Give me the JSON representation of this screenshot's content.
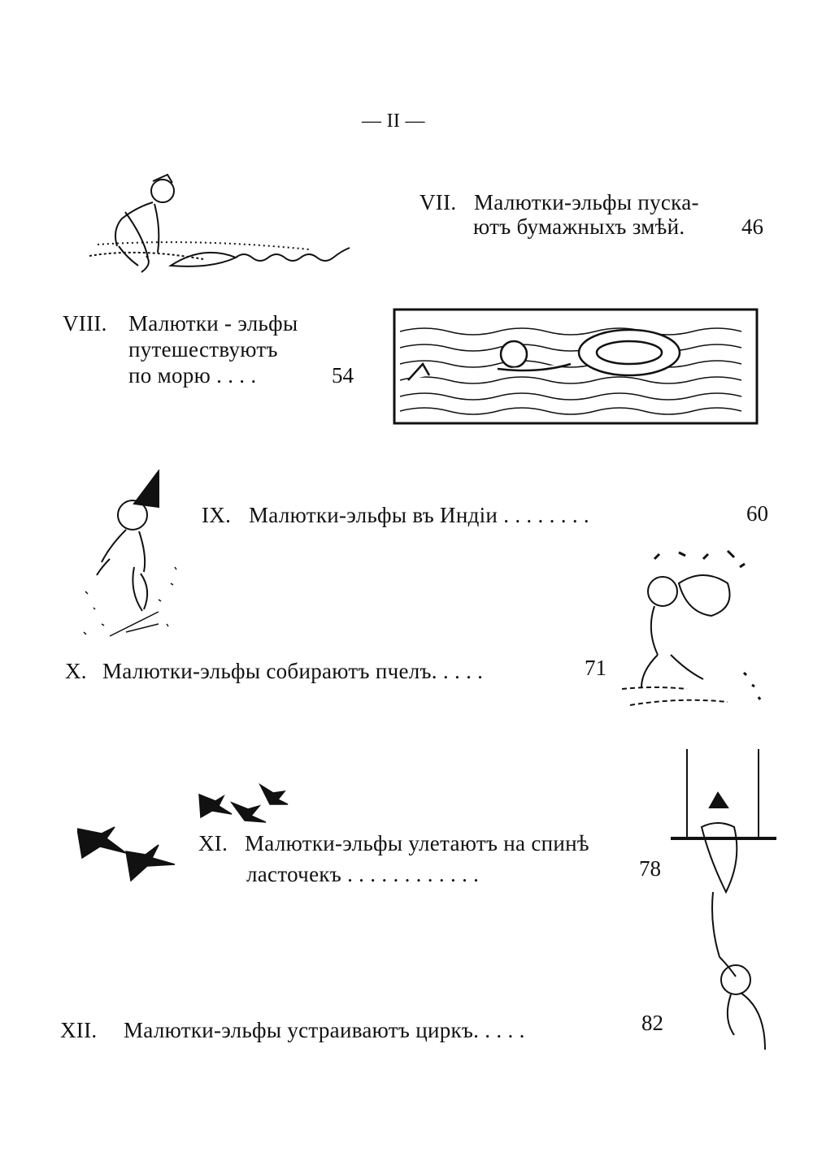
{
  "header": {
    "page_number": "— II —"
  },
  "toc": [
    {
      "numeral": "VII.",
      "lines": [
        "Малютки-эльфы пуска-",
        "ютъ бумажныхъ змѣй."
      ],
      "page": "46"
    },
    {
      "numeral": "VIII.",
      "lines": [
        "Малютки - эльфы",
        "путешествуютъ",
        "по морю . . . ."
      ],
      "page": "54"
    },
    {
      "numeral": "IX.",
      "lines": [
        "Малютки-эльфы въ Индіи . . . . . . . ."
      ],
      "page": "60"
    },
    {
      "numeral": "X.",
      "lines": [
        "Малютки-эльфы собираютъ пчелъ. . . . ."
      ],
      "page": "71"
    },
    {
      "numeral": "XI.",
      "lines": [
        "Малютки-эльфы улетаютъ на спинѣ",
        "ласточекъ . . . . . . . . . . . ."
      ],
      "page": "78"
    },
    {
      "numeral": "XII.",
      "lines": [
        "Малютки-эльфы устраиваютъ циркъ. . . . ."
      ],
      "page": "82"
    }
  ]
}
